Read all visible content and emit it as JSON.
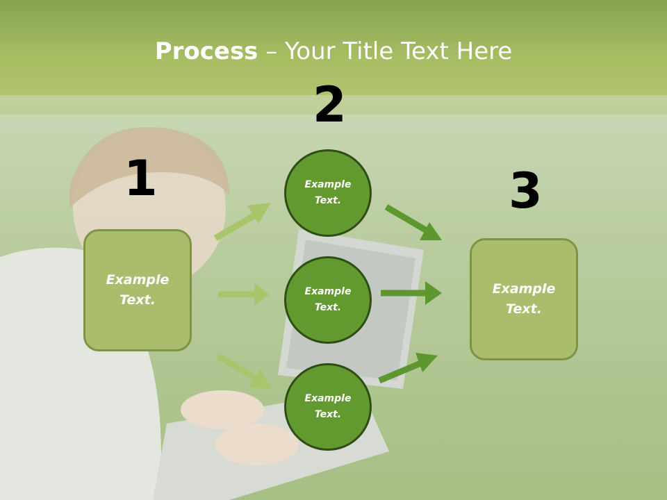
{
  "slide": {
    "title_bold": "Process",
    "title_rest": " – Your Title Text Here"
  },
  "steps": {
    "step1_number": "1",
    "step2_number": "2",
    "step3_number": "3"
  },
  "nodes": {
    "left_box": "Example\nText.",
    "circle_top": "Example\nText.",
    "circle_middle": "Example\nText.",
    "circle_bottom": "Example\nText.",
    "right_box": "Example\nText."
  },
  "colors": {
    "header": "#a6bd62",
    "box_fill": "#a9bd6d",
    "circle_fill": "#629a30",
    "arrow_light": "#a9c46a",
    "arrow_dark": "#5e9630"
  }
}
